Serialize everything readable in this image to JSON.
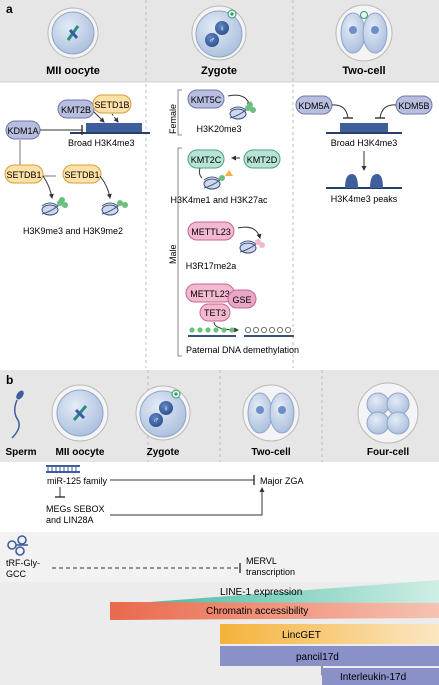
{
  "panel_a": {
    "label": "a",
    "stages": [
      "MII oocyte",
      "Zygote",
      "Two-cell"
    ],
    "enzymes": {
      "kmt2b": "KMT2B",
      "setd1b": "SETD1B",
      "kdm1a": "KDM1A",
      "setdb1_a": "SETDB1",
      "setdb1_b": "SETDB1",
      "kmt5c": "KMT5C",
      "kmt2c": "KMT2C",
      "kmt2d": "KMT2D",
      "mettl23_a": "METTL23",
      "mettl23_b": "METTL23",
      "gse": "GSE",
      "tet3": "TET3",
      "kdm5a": "KDM5A",
      "kdm5b": "KDM5B"
    },
    "marks": {
      "broad_h3k4me3_oocyte": "Broad H3K4me3",
      "h3k9": "H3K9me3 and H3K9me2",
      "h3k20": "H3K20me3",
      "h3k4me1": "H3K4me1 and H3K27ac",
      "h3r17": "H3R17me2a",
      "paternal_dna": "Paternal DNA demethylation",
      "broad_h3k4me3_2c": "Broad H3K4me3",
      "peaks": "H3K4me3 peaks"
    },
    "sex": {
      "female": "Female",
      "male": "Male"
    },
    "pronucleus_male": "♂",
    "pronucleus_female": "♀"
  },
  "panel_b": {
    "label": "b",
    "stages": [
      "Sperm",
      "MII oocyte",
      "Zygote",
      "Two-cell",
      "Four-cell"
    ],
    "mir125": "miR-125 family",
    "major_zga": "Major ZGA",
    "megs_line1": "MEGs SEBOX",
    "megs_line2": "and LIN28A",
    "trf_line1": "tRF-Gly-",
    "trf_line2": "GCC",
    "mervl_line1": "MERVL",
    "mervl_line2": "transcription",
    "line1": "LINE-1 expression",
    "chromatin": "Chromatin accessibility",
    "lincget": "LincGET",
    "pancil": "pancil17d",
    "interleukin": "Interleukin-17d",
    "colors": {
      "teal": "#5bbfa4",
      "salmon": "#ec8366",
      "gold": "#f2b23e",
      "lilac": "#8a90c8"
    }
  }
}
